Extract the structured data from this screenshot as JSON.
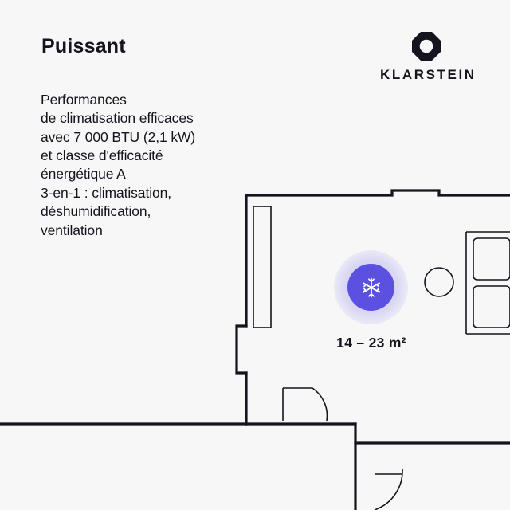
{
  "headline": "Puissant",
  "copy": {
    "block1": [
      "Performances",
      "de climatisation efficaces",
      "avec 7 000 BTU (2,1 kW)",
      "et classe d'efficacité",
      "énergétique A"
    ],
    "block2": [
      "3-en-1 : climatisation,",
      "déshumidification,",
      "ventilation"
    ]
  },
  "brand": {
    "name": "KLARSTEIN",
    "mark": "octagon-logo-icon"
  },
  "diagram": {
    "badge_icon": "snowflake-icon",
    "area_label": "14 – 23 m²",
    "accent_color": "#5b50e0",
    "halo_color": "#d9d6f7",
    "line_color": "#14141e",
    "background": "#f7f7f7"
  }
}
